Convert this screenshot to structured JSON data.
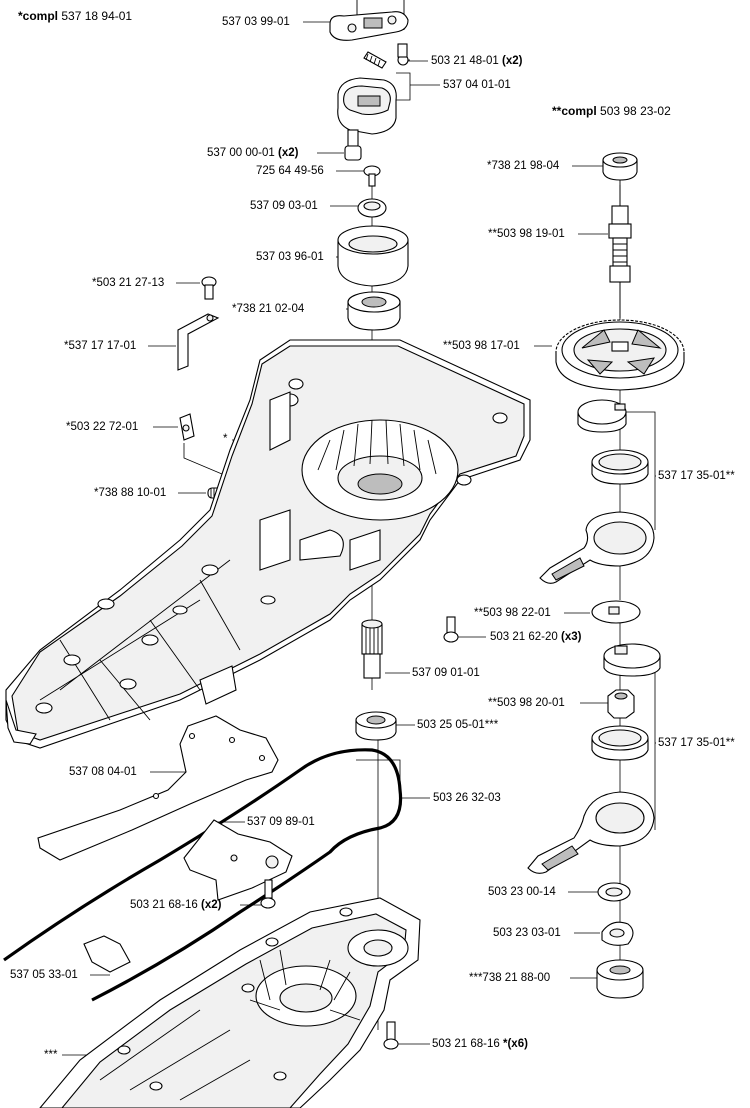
{
  "headers": {
    "compl_left_prefix": "*compl",
    "compl_left_number": "537 18 94-01",
    "compl_right_prefix": "**compl",
    "compl_right_number": "503 98 23-02"
  },
  "callouts": {
    "p01": {
      "number": "537 03 99-01",
      "qty": ""
    },
    "p02": {
      "number": "503 21 48-01",
      "qty": "(x2)"
    },
    "p03": {
      "number": "537 04 01-01",
      "qty": ""
    },
    "p04": {
      "number": "537 00 00-01",
      "qty": "(x2)"
    },
    "p05": {
      "number": "725 64 49-56",
      "qty": ""
    },
    "p06": {
      "number": "537 09 03-01",
      "qty": ""
    },
    "p07": {
      "number": "537 03 96-01",
      "qty": ""
    },
    "p08": {
      "number": "*503 21 27-13",
      "qty": ""
    },
    "p09": {
      "number": "*738 21 02-04",
      "qty": ""
    },
    "p10": {
      "number": "*537 17 17-01",
      "qty": ""
    },
    "p11": {
      "number": "*503 22 72-01",
      "qty": ""
    },
    "p12": {
      "number": "*",
      "qty": ""
    },
    "p13": {
      "number": "*738 88 10-01",
      "qty": ""
    },
    "p14": {
      "number": "*738 21 98-04",
      "qty": ""
    },
    "p15": {
      "number": "**503 98 19-01",
      "qty": ""
    },
    "p16": {
      "number": "**503 98 17-01",
      "qty": ""
    },
    "p17": {
      "number": "537 17 35-01**",
      "qty": ""
    },
    "p18": {
      "number": "**503 98 22-01",
      "qty": ""
    },
    "p19": {
      "number": "503 21 62-20",
      "qty": "(x3)"
    },
    "p20": {
      "number": "537 09 01-01",
      "qty": ""
    },
    "p21": {
      "number": "**503 98 20-01",
      "qty": ""
    },
    "p22": {
      "number": "503 25 05-01***",
      "qty": ""
    },
    "p23": {
      "number": "537 17 35-01**",
      "qty": ""
    },
    "p24": {
      "number": "537 08 04-01",
      "qty": ""
    },
    "p25": {
      "number": "503 26 32-03",
      "qty": ""
    },
    "p26": {
      "number": "537 09 89-01",
      "qty": ""
    },
    "p27": {
      "number": "503 23 00-14",
      "qty": ""
    },
    "p28": {
      "number": "503 21 68-16",
      "qty": "(x2)"
    },
    "p29": {
      "number": "503 23 03-01",
      "qty": ""
    },
    "p30": {
      "number": "***738 21 88-00",
      "qty": ""
    },
    "p31": {
      "number": "537 05 33-01",
      "qty": ""
    },
    "p32": {
      "number": "***",
      "qty": ""
    },
    "p33": {
      "number": "503 21 68-16",
      "qty": "*(x6)"
    }
  }
}
